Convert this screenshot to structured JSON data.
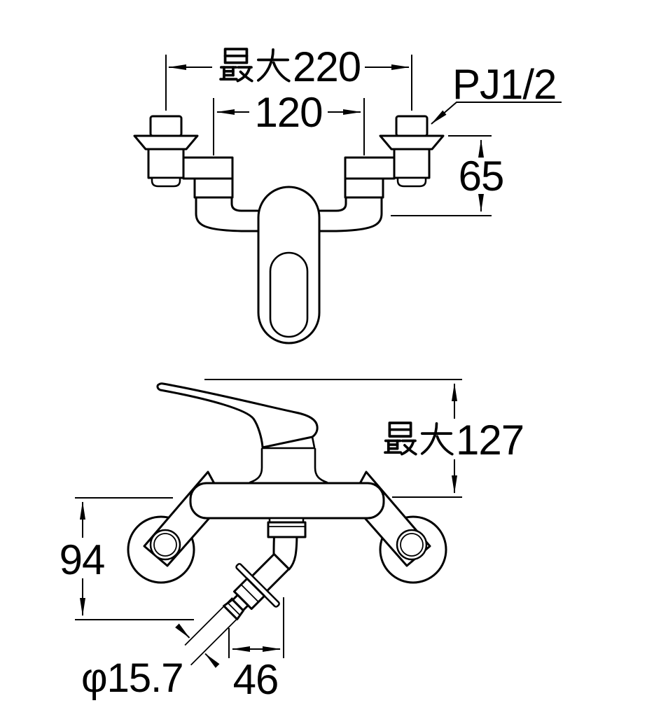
{
  "page": {
    "background_color": "#ffffff",
    "line_color": "#000000",
    "description": "Dimension drawing of wall-mounted single-lever mixing faucet, front view and side view"
  },
  "front_view": {
    "dims": {
      "max_width": {
        "full_label": "最大220",
        "kanji_prefix": "最大",
        "number": "220"
      },
      "pipe_pitch": {
        "full_label": "120",
        "number": "120"
      },
      "thread": {
        "full_label": "PJ1/2",
        "text": "PJ1/2"
      },
      "wall_clearance": {
        "full_label": "65",
        "number": "65"
      }
    }
  },
  "side_view": {
    "dims": {
      "max_height": {
        "full_label": "最大127",
        "kanji_prefix": "最大",
        "number": "127"
      },
      "spout_drop": {
        "full_label": "94",
        "number": "94"
      },
      "spout_diameter": {
        "full_label": "φ15.7",
        "text": "φ15.7"
      },
      "spout_reach": {
        "full_label": "46",
        "number": "46"
      }
    }
  }
}
